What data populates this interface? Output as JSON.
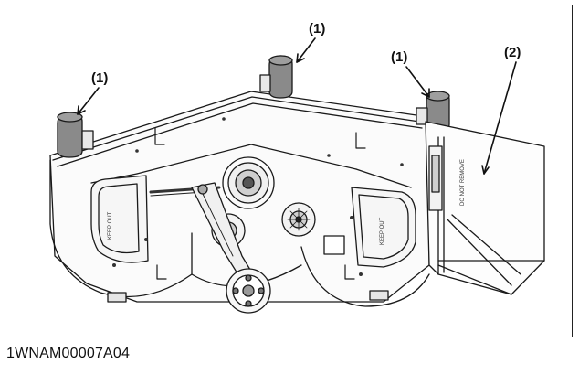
{
  "figure": {
    "id_label": "1WNAM00007A04",
    "callouts": [
      {
        "key": "c1a",
        "text": "(1)"
      },
      {
        "key": "c1b",
        "text": "(1)"
      },
      {
        "key": "c1c",
        "text": "(1)"
      },
      {
        "key": "c2",
        "text": "(2)"
      }
    ],
    "part_labels": {
      "left_warning": "KEEP OUT",
      "right_warning": "KEEP OUT",
      "guard_warning": "DO NOT REMOVE"
    },
    "colors": {
      "line": "#1a1a1a",
      "cushion": "#8a8a8a",
      "cushion_dark": "#5a5a5a",
      "background": "#ffffff"
    }
  }
}
